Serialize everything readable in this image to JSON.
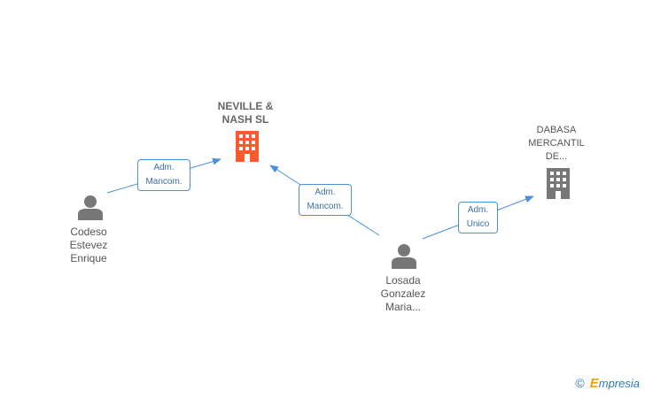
{
  "nodes": {
    "company_main": {
      "label_line1": "NEVILLE &",
      "label_line2": "NASH SL",
      "color": "#ff5a2e"
    },
    "company_other": {
      "label_line1": "DABASA",
      "label_line2": "MERCANTIL",
      "label_line3": "DE...",
      "color": "#777777"
    },
    "person_codeso": {
      "label_line1": "Codeso",
      "label_line2": "Estevez",
      "label_line3": "Enrique"
    },
    "person_losada": {
      "label_line1": "Losada",
      "label_line2": "Gonzalez",
      "label_line3": "Maria..."
    }
  },
  "edges": [
    {
      "from": "Codeso Estevez Enrique",
      "to": "NEVILLE & NASH SL",
      "label_line1": "Adm.",
      "label_line2": "Mancom."
    },
    {
      "from": "Losada Gonzalez Maria...",
      "to": "NEVILLE & NASH SL",
      "label_line1": "Adm.",
      "label_line2": "Mancom."
    },
    {
      "from": "Losada Gonzalez Maria...",
      "to": "DABASA MERCANTIL DE...",
      "label_line1": "Adm.",
      "label_line2": "Unico"
    }
  ],
  "colors": {
    "edge": "#4a90d9",
    "person_icon": "#777777"
  },
  "footer": {
    "copyright_symbol": "©",
    "brand_first": "E",
    "brand_rest": "mpresia"
  }
}
